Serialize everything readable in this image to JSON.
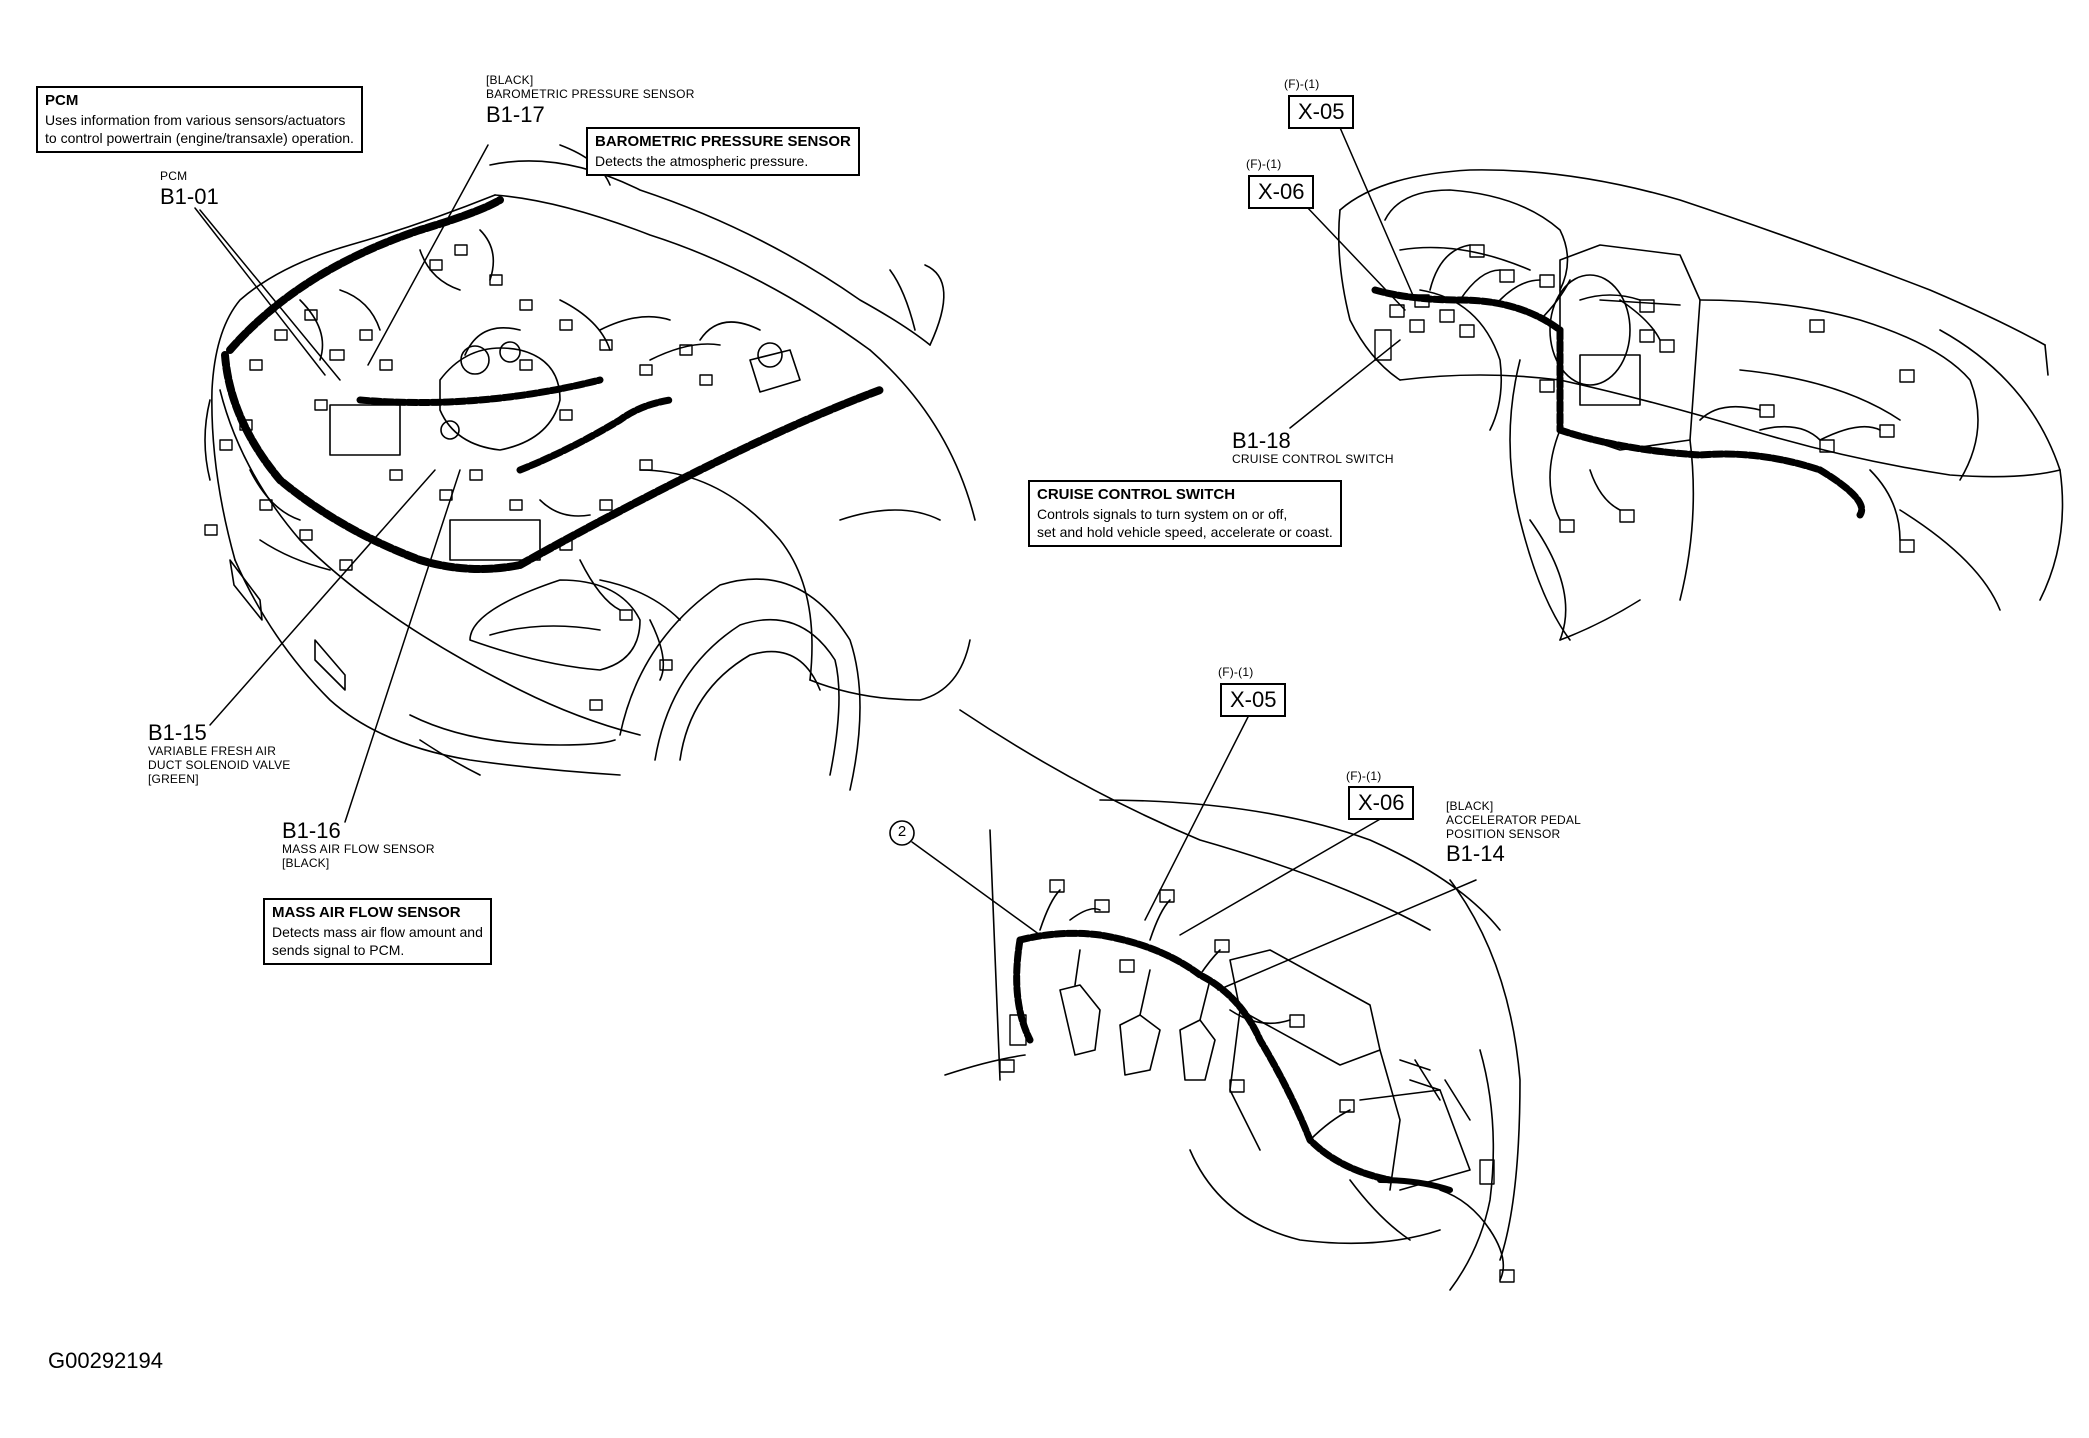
{
  "info_boxes": {
    "pcm": {
      "heading": "PCM",
      "lines": [
        "Uses information from various sensors/actuators",
        "to control powertrain (engine/transaxle) operation."
      ]
    },
    "barometric": {
      "heading": "BAROMETRIC PRESSURE SENSOR",
      "lines": [
        "Detects the atmospheric pressure."
      ]
    },
    "cruise": {
      "heading": "CRUISE CONTROL SWITCH",
      "lines": [
        "Controls signals to turn system on or off,",
        "set and hold vehicle speed, accelerate or coast."
      ]
    },
    "maf": {
      "heading": "MASS AIR FLOW SENSOR",
      "lines": [
        "Detects mass air flow amount and",
        "sends signal to PCM."
      ]
    }
  },
  "connectors": {
    "b1_17": {
      "code": "B1-17",
      "notes": [
        "[BLACK]",
        "BAROMETRIC PRESSURE SENSOR"
      ]
    },
    "b1_01": {
      "code": "B1-01",
      "notes": [
        "PCM"
      ]
    },
    "b1_15": {
      "code": "B1-15",
      "notes": [
        "VARIABLE FRESH AIR",
        "DUCT SOLENOID VALVE",
        "[GREEN]"
      ]
    },
    "b1_16": {
      "code": "B1-16",
      "notes": [
        "MASS AIR FLOW SENSOR",
        "[BLACK]"
      ]
    },
    "b1_18": {
      "code": "B1-18",
      "notes": [
        "CRUISE CONTROL SWITCH"
      ]
    },
    "b1_14": {
      "code": "B1-14",
      "notes": [
        "[BLACK]",
        "ACCELERATOR PEDAL",
        "POSITION SENSOR"
      ]
    },
    "x05_top": {
      "code": "X-05",
      "notes": [
        "(F)-(1)"
      ]
    },
    "x06_top": {
      "code": "X-06",
      "notes": [
        "(F)-(1)"
      ]
    },
    "x05_bottom": {
      "code": "X-05",
      "notes": [
        "(F)-(1)"
      ]
    },
    "x06_bottom": {
      "code": "X-06",
      "notes": [
        "(F)-(1)"
      ]
    }
  },
  "callout_number": "2",
  "figure_id": "G00292194"
}
